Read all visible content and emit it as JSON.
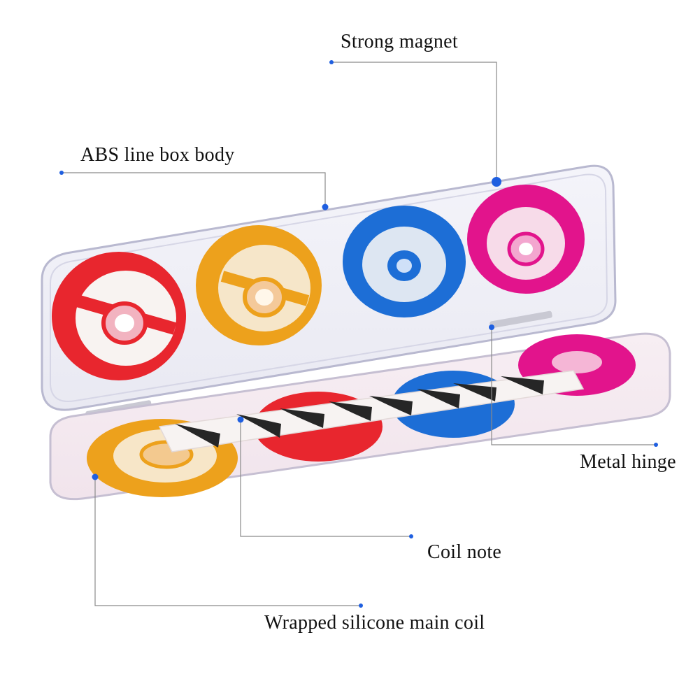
{
  "callouts": {
    "strong_magnet": "Strong magnet",
    "abs_body": "ABS line box body",
    "metal_hinge": "Metal hinge",
    "coil_note": "Coil note",
    "main_coil": "Wrapped silicone main coil"
  },
  "colors": {
    "red": "#e8262e",
    "orange": "#eda11c",
    "blue": "#1d6ed6",
    "magenta": "#e2148c",
    "callout_dot": "#1f5fe0",
    "callout_line": "#8a8a8a"
  }
}
